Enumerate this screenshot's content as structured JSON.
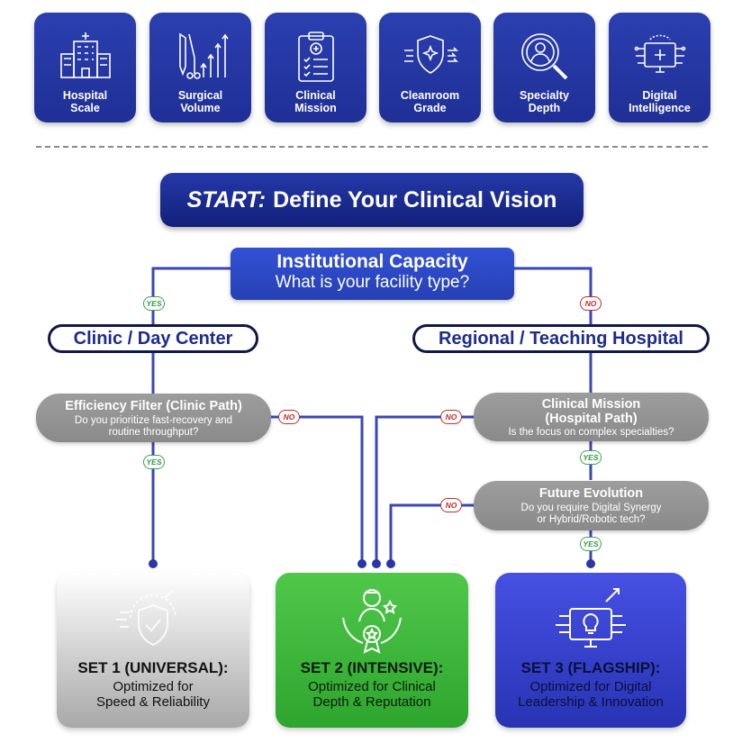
{
  "criteria": [
    {
      "label": "Hospital\nScale",
      "icon": "hospital-building-icon"
    },
    {
      "label": "Surgical\nVolume",
      "icon": "surgical-tools-icon"
    },
    {
      "label": "Clinical\nMission",
      "icon": "clipboard-checklist-icon"
    },
    {
      "label": "Cleanroom\nGrade",
      "icon": "shield-airflow-icon"
    },
    {
      "label": "Specialty\nDepth",
      "icon": "magnifier-doctor-icon"
    },
    {
      "label": "Digital\nIntelligence",
      "icon": "monitor-circuit-icon"
    }
  ],
  "start": {
    "prefix": "START:",
    "title": "Define Your Clinical Vision"
  },
  "capacity": {
    "title": "Institutional Capacity",
    "question": "What is your facility type?"
  },
  "branches": {
    "left": "Clinic / Day Center",
    "right": "Regional / Teaching Hospital"
  },
  "efficiency": {
    "title": "Efficiency Filter (Clinic Path)",
    "question": "Do you prioritize fast-recovery and routine throughput?"
  },
  "mission": {
    "title": "Clinical Mission (Hospital Path)",
    "question": "Is the focus on complex specialties?"
  },
  "future": {
    "title": "Future Evolution",
    "question": "Do you require Digital Synergy or Hybrid/Robotic tech?"
  },
  "badges": {
    "yes": "YES",
    "no": "NO"
  },
  "sets": [
    {
      "title": "SET 1 (UNIVERSAL):",
      "line1": "Optimized for",
      "line2": "Speed & Reliability",
      "icon": "shield-speedometer-icon"
    },
    {
      "title": "SET 2 (INTENSIVE):",
      "line1": "Optimized for Clinical",
      "line2": "Depth & Reputation",
      "icon": "doctor-award-icon"
    },
    {
      "title": "SET 3 (FLAGSHIP):",
      "line1": "Optimized for Digital",
      "line2": "Leadership & Innovation",
      "icon": "monitor-lightbulb-icon"
    }
  ],
  "colors": {
    "navy": "#1f2f96",
    "line": "#3a46b8",
    "green": "#2ea52e",
    "grey": "#8f8f8f",
    "no_red": "#c52a2a",
    "yes_green": "#2d9a3f"
  }
}
